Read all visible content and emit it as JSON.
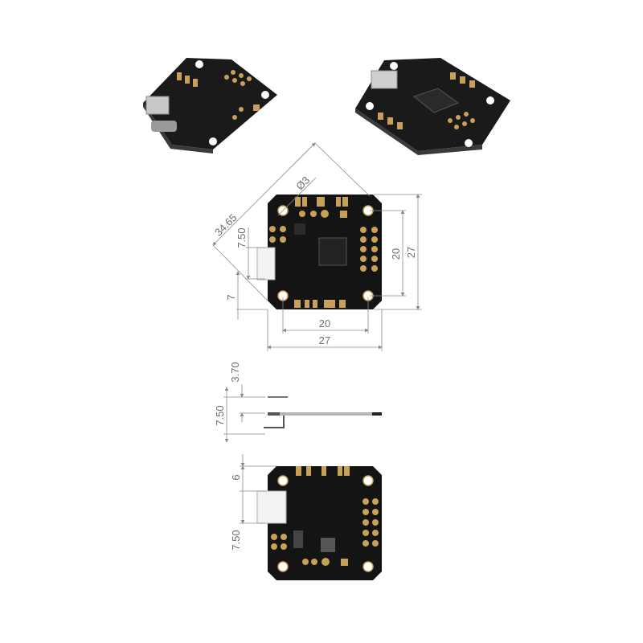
{
  "dimensions": {
    "top_view": {
      "width": "27",
      "hole_spacing_x": "20",
      "height": "27",
      "hole_spacing_y": "20",
      "usb_width": "7.50",
      "usb_offset": "7",
      "diagonal": "34.65",
      "hole_diameter": "Ø3"
    },
    "side_view": {
      "usb_height_top": "3.70",
      "total_height": "7.50"
    },
    "bottom_view": {
      "usb_offset": "6",
      "usb_width": "7.50"
    }
  },
  "colors": {
    "pcb": "#141414",
    "pad": "#c9a05a",
    "dimension_line": "#8a8a8a"
  }
}
